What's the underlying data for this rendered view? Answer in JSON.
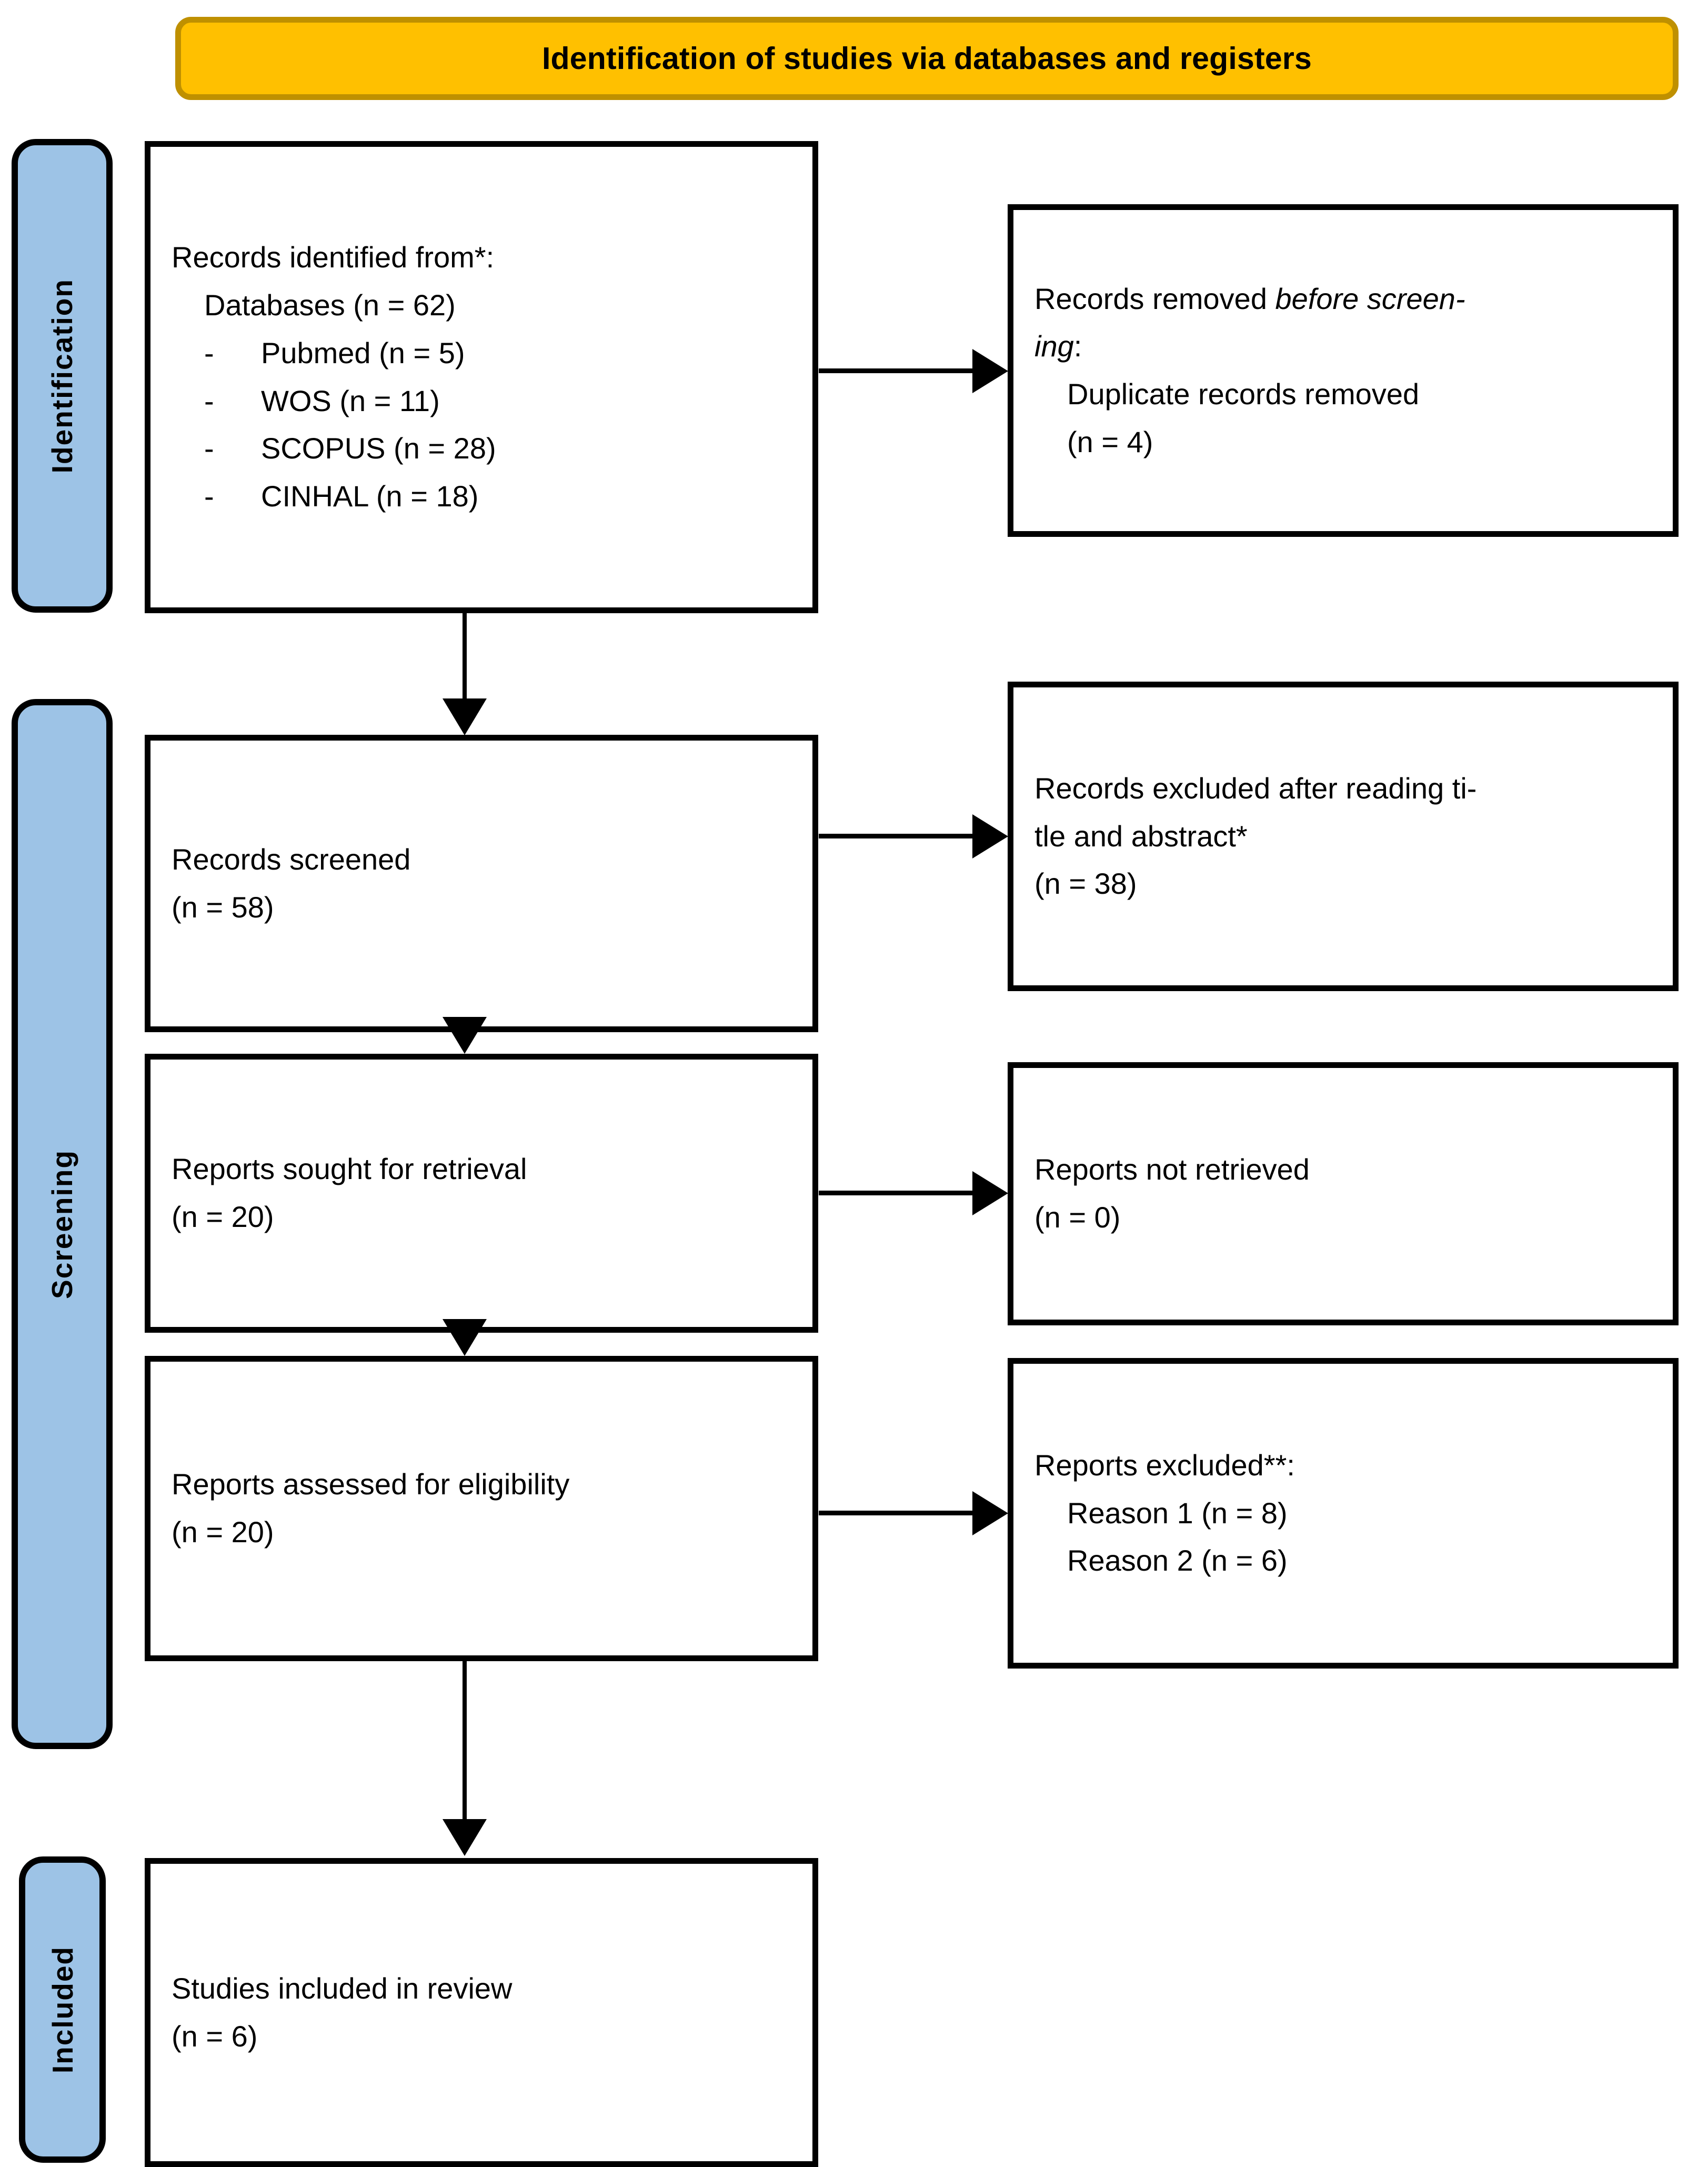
{
  "banner": {
    "title": "Identification of studies via databases and registers"
  },
  "stages": [
    {
      "id": "identification",
      "label": "Identification"
    },
    {
      "id": "screening",
      "label": "Screening"
    },
    {
      "id": "included",
      "label": "Included"
    }
  ],
  "boxes": {
    "identified": {
      "heading": "Records identified from*:",
      "subheading": "Databases (n = 62)",
      "sources": [
        {
          "dash": "-",
          "label": "Pubmed (n = 5)"
        },
        {
          "dash": "-",
          "label": "WOS (n = 11)"
        },
        {
          "dash": "-",
          "label": "SCOPUS (n = 28)"
        },
        {
          "dash": "-",
          "label": "CINHAL (n = 18)"
        }
      ]
    },
    "removed": {
      "heading_pre": "Records removed ",
      "heading_em": "before screen-",
      "heading_em2": "ing",
      "heading_post": ":",
      "detail": "Duplicate records removed",
      "count": "(n = 4)"
    },
    "screened": {
      "label": "Records screened",
      "count": "(n = 58)"
    },
    "excluded": {
      "line1": "Records excluded after reading ti-",
      "line2": "tle and abstract*",
      "count": "(n = 38)"
    },
    "sought": {
      "label": "Reports sought for retrieval",
      "count": "(n = 20)"
    },
    "not_retrieved": {
      "label": "Reports not retrieved",
      "count": "(n = 0)"
    },
    "assessed": {
      "label": "Reports assessed for eligibility",
      "count": "(n = 20)"
    },
    "reports_excluded": {
      "heading": "Reports excluded**:",
      "reasons": [
        "Reason 1 (n = 8)",
        "Reason 2 (n = 6)"
      ]
    },
    "included": {
      "label": "Studies included in review",
      "count": "(n = 6)"
    }
  },
  "colors": {
    "banner_fill": "#FFC000",
    "banner_border": "#BF9000",
    "stage_tab_fill": "#9DC3E6",
    "box_border": "#000000",
    "box_fill": "#FFFFFF",
    "connector": "#000000"
  }
}
